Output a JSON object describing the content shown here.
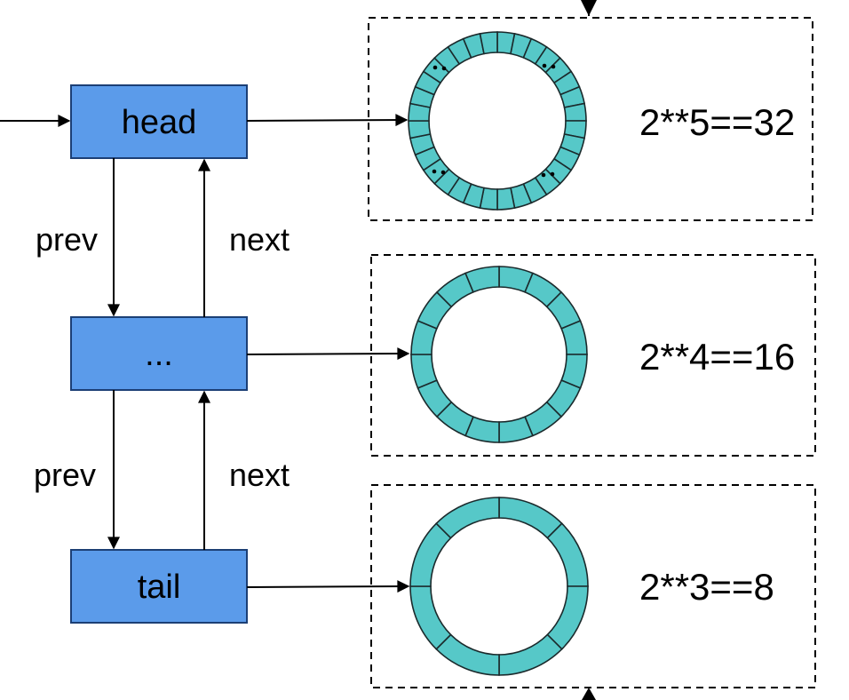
{
  "nodes": [
    {
      "id": "head",
      "label": "head"
    },
    {
      "id": "middle",
      "label": "..."
    },
    {
      "id": "tail",
      "label": "tail"
    }
  ],
  "edge_labels": {
    "prev": "prev",
    "next": "next"
  },
  "rings": [
    {
      "label": "2**5==32",
      "segments": 32
    },
    {
      "label": "2**4==16",
      "segments": 16
    },
    {
      "label": "2**3==8",
      "segments": 8
    }
  ],
  "colors": {
    "node_fill": "#5b9bea",
    "ring_fill": "#56c8c8"
  }
}
